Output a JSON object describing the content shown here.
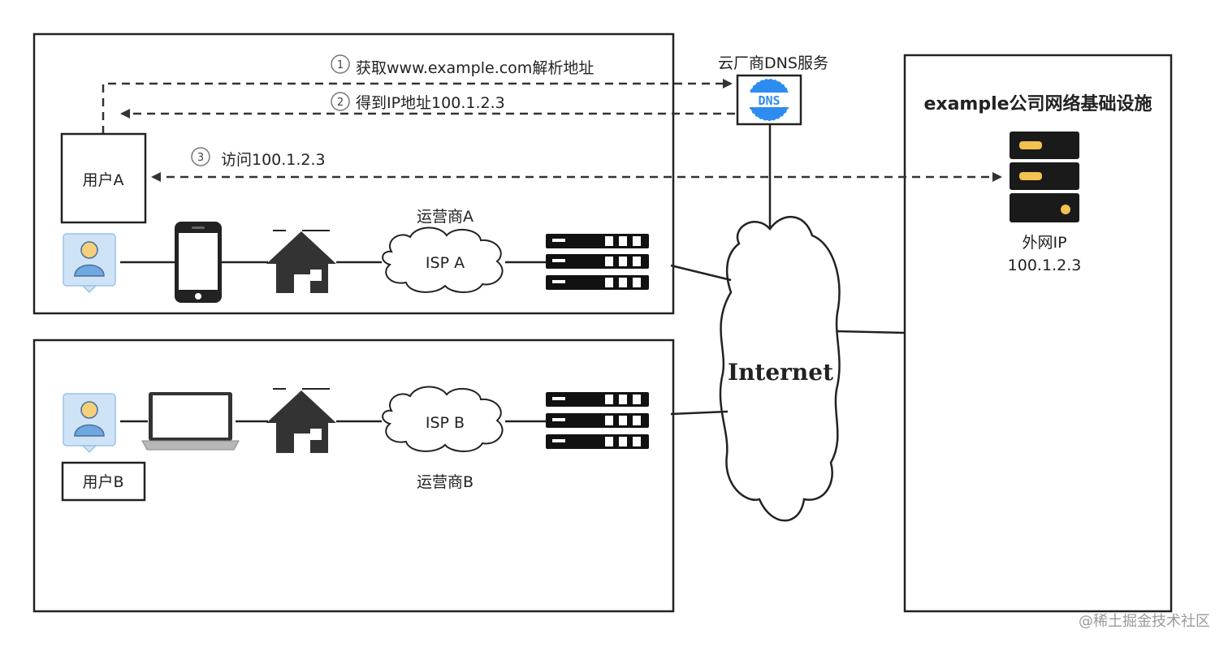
{
  "steps": [
    {
      "number": "1",
      "label": "获取www.example.com解析地址"
    },
    {
      "number": "2",
      "label": "得到IP地址100.1.2.3"
    },
    {
      "number": "3",
      "label": "访问100.1.2.3"
    }
  ],
  "dns": {
    "label": "云厂商DNS服务",
    "icon_text": "DNS"
  },
  "infra": {
    "title": "example公司网络基础设施",
    "server_label_line1": "外网IP",
    "server_label_line2": "100.1.2.3"
  },
  "user_a": {
    "label": "用户A"
  },
  "user_b": {
    "label": "用户B"
  },
  "isp_a": {
    "cloud_label": "ISP A",
    "caption": "运营商A"
  },
  "isp_b": {
    "cloud_label": "ISP B",
    "caption": "运营商B"
  },
  "internet": {
    "label": "Internet"
  },
  "watermark": "@稀土掘金技术社区",
  "colors": {
    "line": "#222222",
    "dns_blue": "#2d8cf0",
    "server_gold": "#f2c14e",
    "avatar_bg": "#cfe3f7",
    "avatar_skin": "#f5cf7a",
    "avatar_body": "#6ea8e0",
    "house": "#333333"
  }
}
